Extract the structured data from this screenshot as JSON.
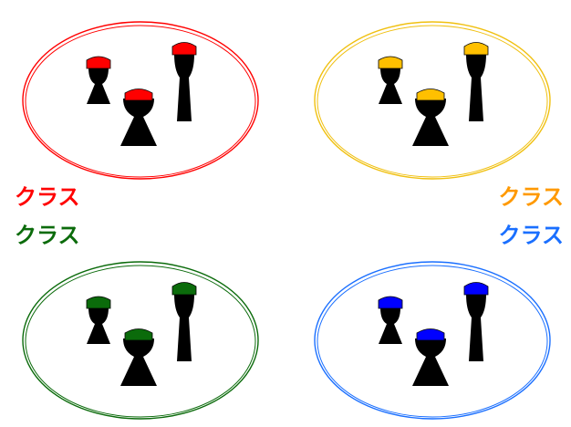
{
  "groups": [
    {
      "id": "red",
      "label": "クラス",
      "color": "#ff0000",
      "label_color": "#ff0000",
      "hat_color": "#ff0000"
    },
    {
      "id": "orange",
      "label": "クラス",
      "color": "#f0c010",
      "label_color": "#ff9900",
      "hat_color": "#ffc000"
    },
    {
      "id": "green",
      "label": "クラス",
      "color": "#0b6b0b",
      "label_color": "#0b6b0b",
      "hat_color": "#0b6b0b"
    },
    {
      "id": "blue",
      "label": "クラス",
      "color": "#1a6fff",
      "label_color": "#1a6fff",
      "hat_color": "#0000ff"
    }
  ],
  "figure_color": "#000000",
  "icons": {
    "group": "ellipse-boundary",
    "member": "person-figure",
    "hat": "hat-icon"
  }
}
